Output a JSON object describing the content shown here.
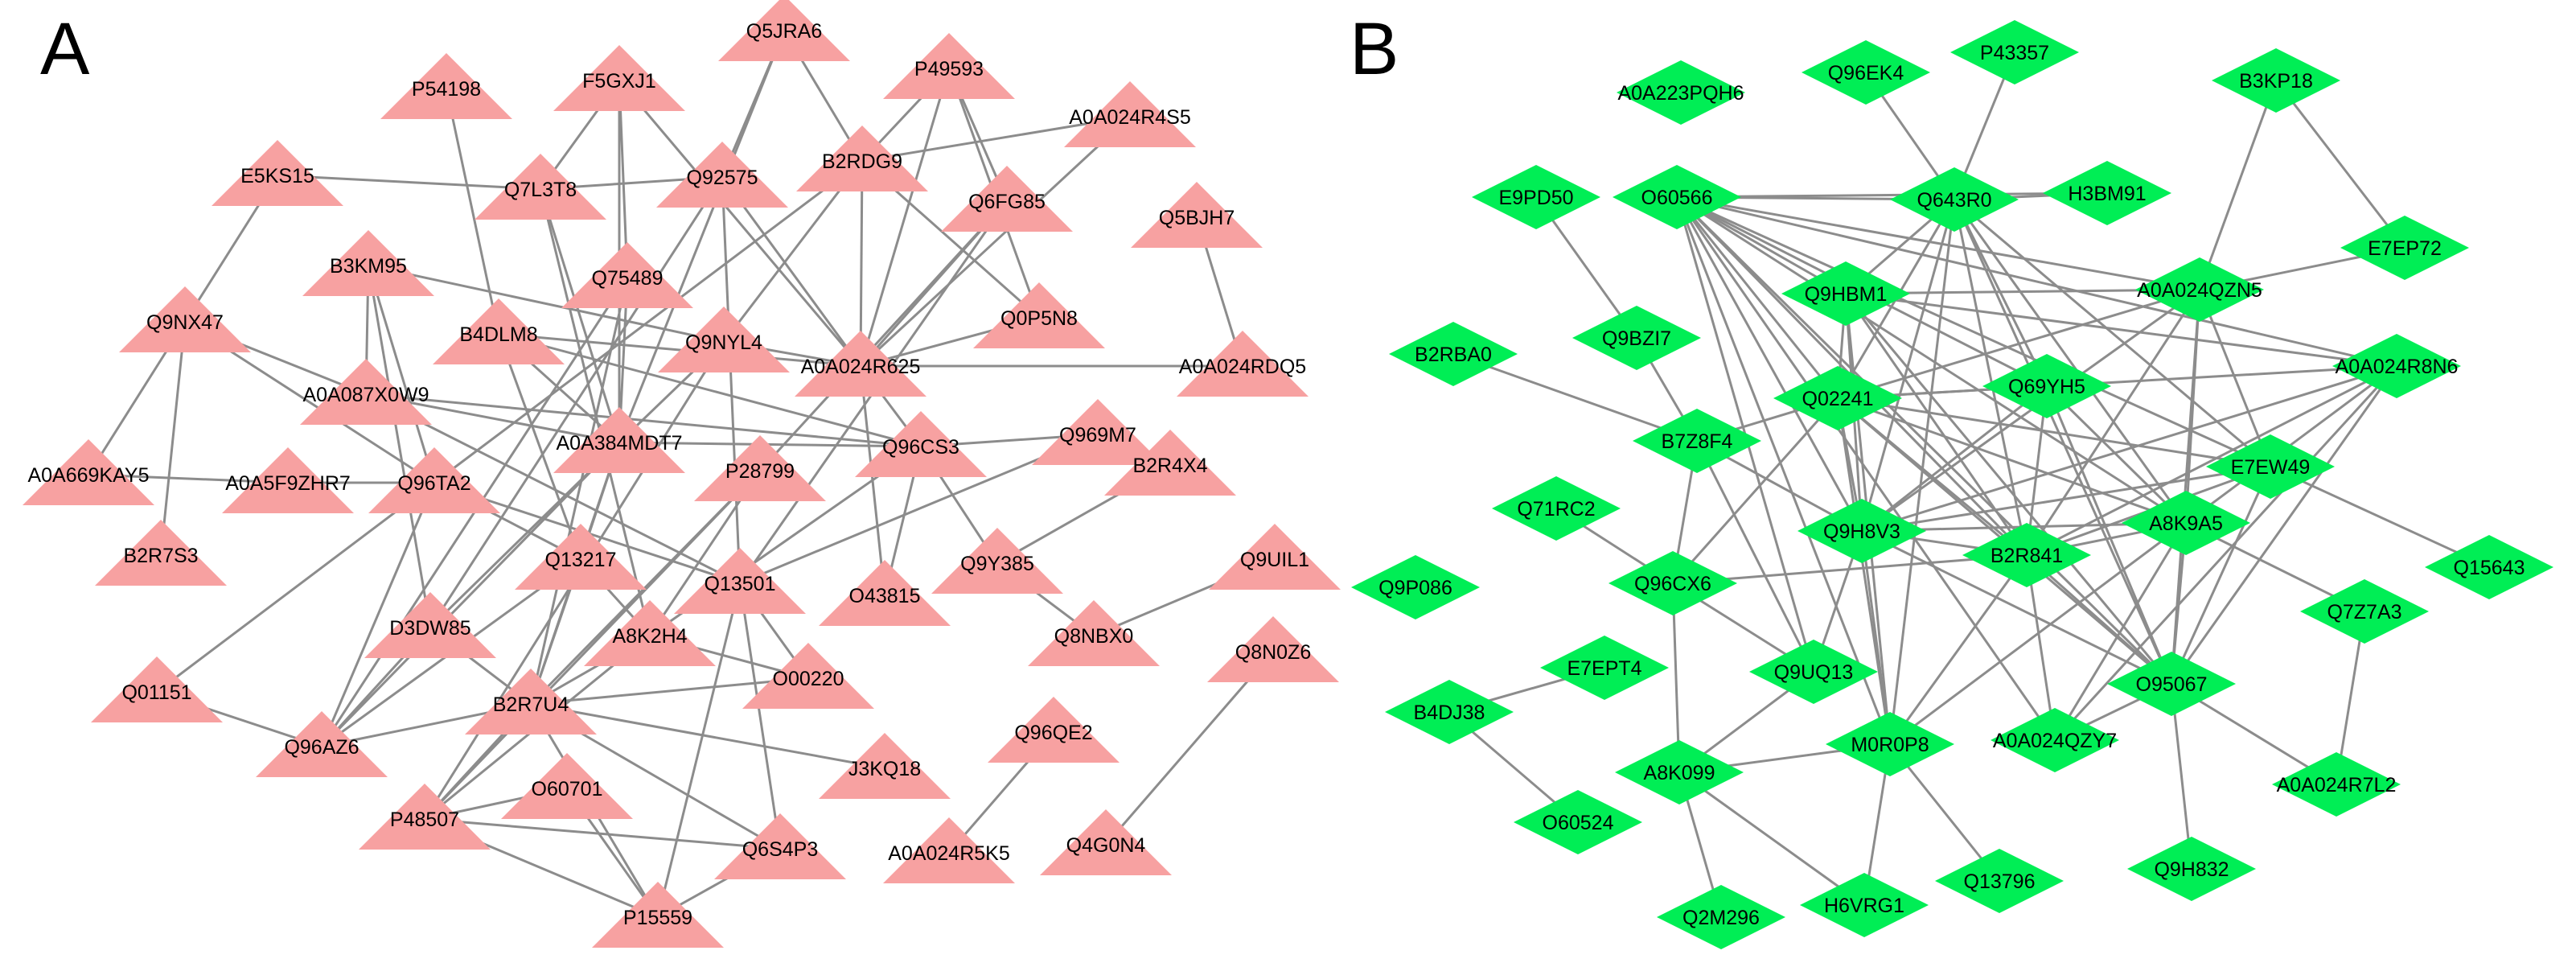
{
  "panels": [
    {
      "letter": "A",
      "node_shape": "triangle",
      "node_color": "#f7a1a1",
      "nodes": [
        {
          "id": "Q5JRA6",
          "label": "Q5JRA6"
        },
        {
          "id": "P54198",
          "label": "P54198"
        },
        {
          "id": "F5GXJ1",
          "label": "F5GXJ1"
        },
        {
          "id": "P49593",
          "label": "P49593"
        },
        {
          "id": "A0A024R4S5",
          "label": "A0A024R4S5"
        },
        {
          "id": "E5KS15",
          "label": "E5KS15"
        },
        {
          "id": "Q7L3T8",
          "label": "Q7L3T8"
        },
        {
          "id": "Q92575",
          "label": "Q92575"
        },
        {
          "id": "B2RDG9",
          "label": "B2RDG9"
        },
        {
          "id": "Q6FG85",
          "label": "Q6FG85"
        },
        {
          "id": "Q5BJH7",
          "label": "Q5BJH7"
        },
        {
          "id": "B3KM95",
          "label": "B3KM95"
        },
        {
          "id": "Q75489",
          "label": "Q75489"
        },
        {
          "id": "Q9NX47",
          "label": "Q9NX47"
        },
        {
          "id": "B4DLM8",
          "label": "B4DLM8"
        },
        {
          "id": "Q9NYL4",
          "label": "Q9NYL4"
        },
        {
          "id": "Q0P5N8",
          "label": "Q0P5N8"
        },
        {
          "id": "A0A024R625",
          "label": "A0A024R625"
        },
        {
          "id": "A0A024RDQ5",
          "label": "A0A024RDQ5"
        },
        {
          "id": "A0A087X0W9",
          "label": "A0A087X0W9"
        },
        {
          "id": "A0A384MDT7",
          "label": "A0A384MDT7"
        },
        {
          "id": "Q96CS3",
          "label": "Q96CS3"
        },
        {
          "id": "Q969M7",
          "label": "Q969M7"
        },
        {
          "id": "A0A669KAY5",
          "label": "A0A669KAY5"
        },
        {
          "id": "A0A5F9ZHR7",
          "label": "A0A5F9ZHR7"
        },
        {
          "id": "Q96TA2",
          "label": "Q96TA2"
        },
        {
          "id": "P28799",
          "label": "P28799"
        },
        {
          "id": "B2R4X4",
          "label": "B2R4X4"
        },
        {
          "id": "Q13217",
          "label": "Q13217"
        },
        {
          "id": "Q13501",
          "label": "Q13501"
        },
        {
          "id": "Q9Y385",
          "label": "Q9Y385"
        },
        {
          "id": "Q9UIL1",
          "label": "Q9UIL1"
        },
        {
          "id": "B2R7S3",
          "label": "B2R7S3"
        },
        {
          "id": "O43815",
          "label": "O43815"
        },
        {
          "id": "D3DW85",
          "label": "D3DW85"
        },
        {
          "id": "A8K2H4",
          "label": "A8K2H4"
        },
        {
          "id": "Q8NBX0",
          "label": "Q8NBX0"
        },
        {
          "id": "Q8N0Z6",
          "label": "Q8N0Z6"
        },
        {
          "id": "Q01151",
          "label": "Q01151"
        },
        {
          "id": "O00220",
          "label": "O00220"
        },
        {
          "id": "B2R7U4",
          "label": "B2R7U4"
        },
        {
          "id": "Q96AZ6",
          "label": "Q96AZ6"
        },
        {
          "id": "Q96QE2",
          "label": "Q96QE2"
        },
        {
          "id": "J3KQ18",
          "label": "J3KQ18"
        },
        {
          "id": "O60701",
          "label": "O60701"
        },
        {
          "id": "P48507",
          "label": "P48507"
        },
        {
          "id": "Q6S4P3",
          "label": "Q6S4P3"
        },
        {
          "id": "A0A024R5K5",
          "label": "A0A024R5K5"
        },
        {
          "id": "Q4G0N4",
          "label": "Q4G0N4"
        },
        {
          "id": "P15559",
          "label": "P15559"
        }
      ],
      "edges": [
        [
          "E5KS15",
          "Q9NX47"
        ],
        [
          "E5KS15",
          "Q7L3T8"
        ],
        [
          "P54198",
          "B4DLM8"
        ],
        [
          "F5GXJ1",
          "Q7L3T8"
        ],
        [
          "F5GXJ1",
          "A0A384MDT7"
        ],
        [
          "F5GXJ1",
          "Q75489"
        ],
        [
          "F5GXJ1",
          "A0A024R625"
        ],
        [
          "Q5JRA6",
          "B2RDG9"
        ],
        [
          "Q5JRA6",
          "Q92575"
        ],
        [
          "Q5JRA6",
          "A0A384MDT7"
        ],
        [
          "P49593",
          "B2RDG9"
        ],
        [
          "P49593",
          "Q6FG85"
        ],
        [
          "P49593",
          "A0A024R625"
        ],
        [
          "P49593",
          "Q0P5N8"
        ],
        [
          "A0A024R4S5",
          "B2RDG9"
        ],
        [
          "A0A024R4S5",
          "A0A024R625"
        ],
        [
          "Q7L3T8",
          "Q92575"
        ],
        [
          "Q7L3T8",
          "A0A384MDT7"
        ],
        [
          "Q7L3T8",
          "A8K2H4"
        ],
        [
          "Q92575",
          "A0A024R625"
        ],
        [
          "Q92575",
          "D3DW85"
        ],
        [
          "Q92575",
          "Q13501"
        ],
        [
          "B2RDG9",
          "A0A024R625"
        ],
        [
          "B2RDG9",
          "Q9NYL4"
        ],
        [
          "B2RDG9",
          "Q0P5N8"
        ],
        [
          "B2RDG9",
          "Q96TA2"
        ],
        [
          "Q6FG85",
          "A0A024R625"
        ],
        [
          "Q6FG85",
          "P28799"
        ],
        [
          "Q6FG85",
          "Q13501"
        ],
        [
          "Q5BJH7",
          "A0A024RDQ5"
        ],
        [
          "B3KM95",
          "Q9NYL4"
        ],
        [
          "B3KM95",
          "A0A087X0W9"
        ],
        [
          "B3KM95",
          "D3DW85"
        ],
        [
          "B3KM95",
          "Q96TA2"
        ],
        [
          "Q75489",
          "A0A384MDT7"
        ],
        [
          "Q75489",
          "B2R7U4"
        ],
        [
          "Q75489",
          "Q96AZ6"
        ],
        [
          "Q9NX47",
          "A0A669KAY5"
        ],
        [
          "Q9NX47",
          "B2R7S3"
        ],
        [
          "Q9NX47",
          "A0A087X0W9"
        ],
        [
          "Q9NX47",
          "Q96TA2"
        ],
        [
          "B4DLM8",
          "A0A024R625"
        ],
        [
          "B4DLM8",
          "Q96CS3"
        ],
        [
          "B4DLM8",
          "A0A384MDT7"
        ],
        [
          "B4DLM8",
          "Q13217"
        ],
        [
          "Q9NYL4",
          "A0A024R625"
        ],
        [
          "Q9NYL4",
          "A0A384MDT7"
        ],
        [
          "Q9NYL4",
          "P48507"
        ],
        [
          "A0A024R625",
          "A0A024RDQ5"
        ],
        [
          "A0A024R625",
          "Q0P5N8"
        ],
        [
          "A0A024R625",
          "Q96CS3"
        ],
        [
          "A0A024R625",
          "O43815"
        ],
        [
          "A0A087X0W9",
          "A0A384MDT7"
        ],
        [
          "A0A087X0W9",
          "Q96CS3"
        ],
        [
          "A0A087X0W9",
          "Q13501"
        ],
        [
          "A0A384MDT7",
          "Q13217"
        ],
        [
          "A0A384MDT7",
          "Q96CS3"
        ],
        [
          "A0A384MDT7",
          "D3DW85"
        ],
        [
          "A0A384MDT7",
          "Q96AZ6"
        ],
        [
          "A0A384MDT7",
          "B2R7U4"
        ],
        [
          "Q96CS3",
          "Q969M7"
        ],
        [
          "Q96CS3",
          "Q9Y385"
        ],
        [
          "Q96CS3",
          "O43815"
        ],
        [
          "Q96CS3",
          "A8K2H4"
        ],
        [
          "Q969M7",
          "B2R4X4"
        ],
        [
          "Q969M7",
          "Q13501"
        ],
        [
          "A0A5F9ZHR7",
          "A0A669KAY5"
        ],
        [
          "A0A5F9ZHR7",
          "Q96TA2"
        ],
        [
          "Q96TA2",
          "Q13217"
        ],
        [
          "Q96TA2",
          "Q01151"
        ],
        [
          "Q96TA2",
          "Q96AZ6"
        ],
        [
          "Q96TA2",
          "Q13501"
        ],
        [
          "P28799",
          "B2R7U4"
        ],
        [
          "P28799",
          "P48507"
        ],
        [
          "P28799",
          "A8K2H4"
        ],
        [
          "B2R4X4",
          "Q9Y385"
        ],
        [
          "Q13217",
          "B2R7U4"
        ],
        [
          "Q13217",
          "Q96AZ6"
        ],
        [
          "Q13217",
          "A8K2H4"
        ],
        [
          "Q13501",
          "Q6S4P3"
        ],
        [
          "Q13501",
          "O00220"
        ],
        [
          "Q13501",
          "P15559"
        ],
        [
          "Q9Y385",
          "Q8NBX0"
        ],
        [
          "Q9UIL1",
          "Q8NBX0"
        ],
        [
          "D3DW85",
          "B2R7U4"
        ],
        [
          "D3DW85",
          "Q96AZ6"
        ],
        [
          "A8K2H4",
          "B2R7U4"
        ],
        [
          "A8K2H4",
          "O00220"
        ],
        [
          "A8K2H4",
          "P48507"
        ],
        [
          "Q8N0Z6",
          "Q4G0N4"
        ],
        [
          "Q01151",
          "Q96AZ6"
        ],
        [
          "B2R7U4",
          "J3KQ18"
        ],
        [
          "B2R7U4",
          "O00220"
        ],
        [
          "B2R7U4",
          "Q6S4P3"
        ],
        [
          "B2R7U4",
          "P15559"
        ],
        [
          "B2R7U4",
          "Q96AZ6"
        ],
        [
          "B2R7U4",
          "P48507"
        ],
        [
          "Q96QE2",
          "A0A024R5K5"
        ],
        [
          "O60701",
          "P15559"
        ],
        [
          "P48507",
          "Q6S4P3"
        ],
        [
          "P48507",
          "P15559"
        ],
        [
          "P48507",
          "O60701"
        ],
        [
          "Q6S4P3",
          "P15559"
        ]
      ]
    },
    {
      "letter": "B",
      "node_shape": "diamond",
      "node_color": "#00ee55",
      "nodes": [
        {
          "id": "P43357",
          "label": "P43357"
        },
        {
          "id": "A0A223PQH6",
          "label": "A0A223PQH6"
        },
        {
          "id": "Q96EK4",
          "label": "Q96EK4"
        },
        {
          "id": "B3KP18",
          "label": "B3KP18"
        },
        {
          "id": "E9PD50",
          "label": "E9PD50"
        },
        {
          "id": "O60566",
          "label": "O60566"
        },
        {
          "id": "Q643R0",
          "label": "Q643R0"
        },
        {
          "id": "H3BM91",
          "label": "H3BM91"
        },
        {
          "id": "E7EP72",
          "label": "E7EP72"
        },
        {
          "id": "Q9HBM1",
          "label": "Q9HBM1"
        },
        {
          "id": "A0A024QZN5",
          "label": "A0A024QZN5"
        },
        {
          "id": "B2RBA0",
          "label": "B2RBA0"
        },
        {
          "id": "Q9BZI7",
          "label": "Q9BZI7"
        },
        {
          "id": "Q02241",
          "label": "Q02241"
        },
        {
          "id": "Q69YH5",
          "label": "Q69YH5"
        },
        {
          "id": "A0A024R8N6",
          "label": "A0A024R8N6"
        },
        {
          "id": "B7Z8F4",
          "label": "B7Z8F4"
        },
        {
          "id": "E7EW49",
          "label": "E7EW49"
        },
        {
          "id": "Q71RC2",
          "label": "Q71RC2"
        },
        {
          "id": "Q9H8V3",
          "label": "Q9H8V3"
        },
        {
          "id": "A8K9A5",
          "label": "A8K9A5"
        },
        {
          "id": "Q15643",
          "label": "Q15643"
        },
        {
          "id": "B2R841",
          "label": "B2R841"
        },
        {
          "id": "Q9P086",
          "label": "Q9P086"
        },
        {
          "id": "Q96CX6",
          "label": "Q96CX6"
        },
        {
          "id": "Q7Z7A3",
          "label": "Q7Z7A3"
        },
        {
          "id": "E7EPT4",
          "label": "E7EPT4"
        },
        {
          "id": "Q9UQ13",
          "label": "Q9UQ13"
        },
        {
          "id": "O95067",
          "label": "O95067"
        },
        {
          "id": "B4DJ38",
          "label": "B4DJ38"
        },
        {
          "id": "M0R0P8",
          "label": "M0R0P8"
        },
        {
          "id": "A0A024QZY7",
          "label": "A0A024QZY7"
        },
        {
          "id": "A8K099",
          "label": "A8K099"
        },
        {
          "id": "A0A024R7L2",
          "label": "A0A024R7L2"
        },
        {
          "id": "O60524",
          "label": "O60524"
        },
        {
          "id": "Q9H832",
          "label": "Q9H832"
        },
        {
          "id": "Q13796",
          "label": "Q13796"
        },
        {
          "id": "H6VRG1",
          "label": "H6VRG1"
        },
        {
          "id": "Q2M296",
          "label": "Q2M296"
        }
      ],
      "edges": [
        [
          "Q96EK4",
          "Q643R0"
        ],
        [
          "P43357",
          "Q643R0"
        ],
        [
          "B3KP18",
          "A0A024QZN5"
        ],
        [
          "B3KP18",
          "E7EP72"
        ],
        [
          "E9PD50",
          "Q9BZI7"
        ],
        [
          "O60566",
          "Q643R0"
        ],
        [
          "O60566",
          "H3BM91"
        ],
        [
          "O60566",
          "Q9HBM1"
        ],
        [
          "O60566",
          "A0A024QZN5"
        ],
        [
          "O60566",
          "Q02241"
        ],
        [
          "O60566",
          "Q69YH5"
        ],
        [
          "O60566",
          "Q9H8V3"
        ],
        [
          "O60566",
          "B2R841"
        ],
        [
          "O60566",
          "A8K9A5"
        ],
        [
          "O60566",
          "O95067"
        ],
        [
          "O60566",
          "M0R0P8"
        ],
        [
          "O60566",
          "A0A024R8N6"
        ],
        [
          "O60566",
          "E7EW49"
        ],
        [
          "O60566",
          "Q9UQ13"
        ],
        [
          "O60566",
          "A0A024QZY7"
        ],
        [
          "Q643R0",
          "H3BM91"
        ],
        [
          "Q643R0",
          "Q9HBM1"
        ],
        [
          "Q643R0",
          "Q02241"
        ],
        [
          "Q643R0",
          "Q9H8V3"
        ],
        [
          "Q643R0",
          "B2R841"
        ],
        [
          "Q643R0",
          "O95067"
        ],
        [
          "Q643R0",
          "A8K9A5"
        ],
        [
          "Q643R0",
          "E7EW49"
        ],
        [
          "Q643R0",
          "M0R0P8"
        ],
        [
          "Q643R0",
          "Q69YH5"
        ],
        [
          "E7EP72",
          "A0A024QZN5"
        ],
        [
          "Q9HBM1",
          "A0A024QZN5"
        ],
        [
          "Q9HBM1",
          "Q02241"
        ],
        [
          "Q9HBM1",
          "Q9H8V3"
        ],
        [
          "Q9HBM1",
          "B2R841"
        ],
        [
          "Q9HBM1",
          "O95067"
        ],
        [
          "Q9HBM1",
          "A0A024R8N6"
        ],
        [
          "Q9HBM1",
          "M0R0P8"
        ],
        [
          "A0A024QZN5",
          "Q02241"
        ],
        [
          "A0A024QZN5",
          "B2R841"
        ],
        [
          "A0A024QZN5",
          "A8K9A5"
        ],
        [
          "A0A024QZN5",
          "O95067"
        ],
        [
          "A0A024QZN5",
          "Q9H8V3"
        ],
        [
          "A0A024QZN5",
          "E7EW49"
        ],
        [
          "B2RBA0",
          "B7Z8F4"
        ],
        [
          "Q9BZI7",
          "B7Z8F4"
        ],
        [
          "Q02241",
          "Q69YH5"
        ],
        [
          "Q02241",
          "B7Z8F4"
        ],
        [
          "Q02241",
          "Q9H8V3"
        ],
        [
          "Q02241",
          "B2R841"
        ],
        [
          "Q02241",
          "A8K9A5"
        ],
        [
          "Q02241",
          "O95067"
        ],
        [
          "Q02241",
          "E7EW49"
        ],
        [
          "Q02241",
          "M0R0P8"
        ],
        [
          "Q02241",
          "A0A024R8N6"
        ],
        [
          "Q02241",
          "Q96CX6"
        ],
        [
          "Q69YH5",
          "Q9H8V3"
        ],
        [
          "Q69YH5",
          "B2R841"
        ],
        [
          "Q69YH5",
          "O95067"
        ],
        [
          "Q69YH5",
          "A8K9A5"
        ],
        [
          "A0A024R8N6",
          "Q9H8V3"
        ],
        [
          "A0A024R8N6",
          "B2R841"
        ],
        [
          "A0A024R8N6",
          "A8K9A5"
        ],
        [
          "A0A024R8N6",
          "O95067"
        ],
        [
          "A0A024R8N6",
          "A0A024QZY7"
        ],
        [
          "B7Z8F4",
          "Q96CX6"
        ],
        [
          "B7Z8F4",
          "Q9UQ13"
        ],
        [
          "B7Z8F4",
          "Q9H8V3"
        ],
        [
          "E7EW49",
          "Q15643"
        ],
        [
          "E7EW49",
          "Q9H8V3"
        ],
        [
          "E7EW49",
          "B2R841"
        ],
        [
          "E7EW49",
          "O95067"
        ],
        [
          "Q71RC2",
          "Q96CX6"
        ],
        [
          "Q9H8V3",
          "B2R841"
        ],
        [
          "Q9H8V3",
          "A8K9A5"
        ],
        [
          "Q9H8V3",
          "O95067"
        ],
        [
          "Q9H8V3",
          "M0R0P8"
        ],
        [
          "Q9H8V3",
          "Q9UQ13"
        ],
        [
          "A8K9A5",
          "B2R841"
        ],
        [
          "A8K9A5",
          "O95067"
        ],
        [
          "A8K9A5",
          "Q7Z7A3"
        ],
        [
          "A8K9A5",
          "A0A024QZY7"
        ],
        [
          "A8K9A5",
          "M0R0P8"
        ],
        [
          "B2R841",
          "Q96CX6"
        ],
        [
          "B2R841",
          "O95067"
        ],
        [
          "B2R841",
          "M0R0P8"
        ],
        [
          "B2R841",
          "A0A024QZY7"
        ],
        [
          "Q96CX6",
          "Q9UQ13"
        ],
        [
          "Q96CX6",
          "A8K099"
        ],
        [
          "Q7Z7A3",
          "A0A024R7L2"
        ],
        [
          "E7EPT4",
          "B4DJ38"
        ],
        [
          "Q9UQ13",
          "A8K099"
        ],
        [
          "O95067",
          "A0A024QZY7"
        ],
        [
          "O95067",
          "A0A024R7L2"
        ],
        [
          "O95067",
          "Q9H832"
        ],
        [
          "B4DJ38",
          "O60524"
        ],
        [
          "M0R0P8",
          "A8K099"
        ],
        [
          "M0R0P8",
          "Q13796"
        ],
        [
          "M0R0P8",
          "H6VRG1"
        ],
        [
          "A8K099",
          "Q2M296"
        ],
        [
          "A8K099",
          "H6VRG1"
        ]
      ]
    }
  ]
}
